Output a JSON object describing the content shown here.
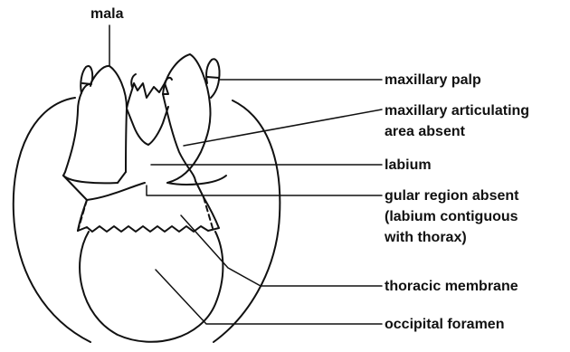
{
  "labels": {
    "mala": "mala",
    "maxillary_palp": "maxillary palp",
    "maxillary_articulating_area": [
      "maxillary articulating",
      "area absent"
    ],
    "labium": "labium",
    "gular_region": [
      "gular region absent",
      "(labium contiguous",
      "with thorax)"
    ],
    "thoracic_membrane": "thoracic membrane",
    "occipital_foramen": "occipital foramen"
  },
  "colors": {
    "ink": "#111111",
    "background": "#ffffff"
  }
}
